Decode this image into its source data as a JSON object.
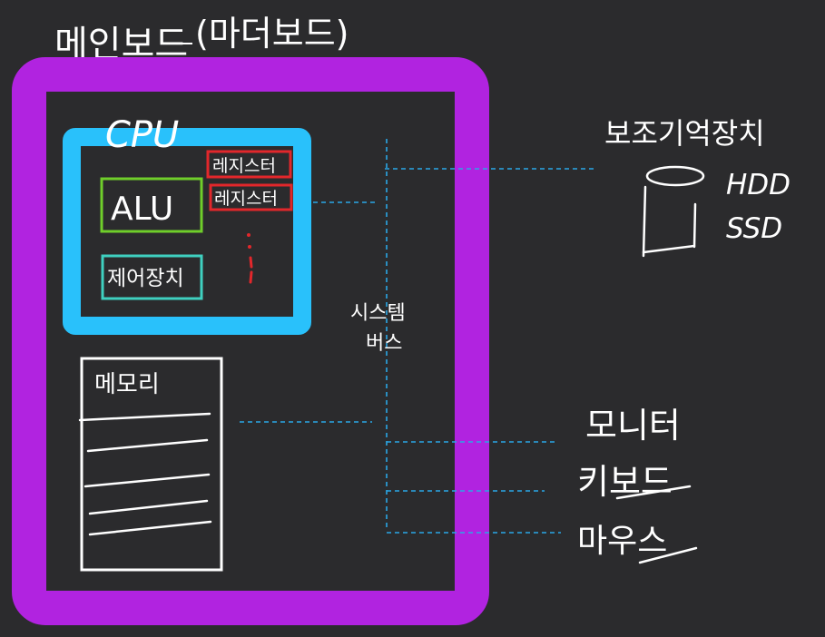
{
  "title": {
    "main": "메인보드",
    "paren": "(마더보드)"
  },
  "cpu": {
    "label": "CPU",
    "alu": "ALU",
    "control_unit": "제어장치",
    "registers": [
      "레지스터",
      "레지스터"
    ]
  },
  "memory": {
    "label": "메모리"
  },
  "system_bus": {
    "label_line1": "시스템",
    "label_line2": "버스"
  },
  "storage": {
    "label": "보조기억장치",
    "items": [
      "HDD",
      "SSD"
    ]
  },
  "peripherals": [
    "모니터",
    "키보드",
    "마우스"
  ],
  "colors": {
    "background": "#2b2b2d",
    "motherboard": "#b123e0",
    "cpu": "#29c1fb",
    "alu": "#6fce2a",
    "control_unit": "#3fd0c0",
    "register": "#e2272b",
    "bus": "#2aa7e6",
    "ink": "#ffffff"
  }
}
